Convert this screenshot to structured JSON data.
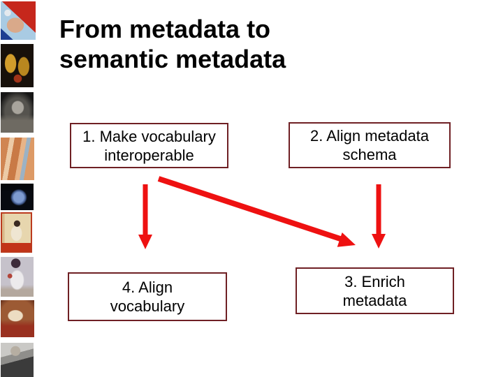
{
  "slide": {
    "title": "From metadata to\nsemantic metadata",
    "background_color": "#ffffff",
    "title_color": "#000000"
  },
  "diagram": {
    "boxes": [
      {
        "id": "box-1",
        "label": "1. Make vocabulary\ninteroperable"
      },
      {
        "id": "box-2",
        "label": "2. Align metadata\nschema"
      },
      {
        "id": "box-3",
        "label": "3. Enrich\nmetadata"
      },
      {
        "id": "box-4",
        "label": "4. Align\nvocabulary"
      }
    ],
    "arrows": [
      {
        "from": "box-1",
        "to": "box-4",
        "shape": "vertical-down"
      },
      {
        "from": "box-1",
        "to": "box-3",
        "shape": "diagonal-down-right"
      },
      {
        "from": "box-2",
        "to": "box-3",
        "shape": "vertical-down"
      }
    ],
    "box_border_color": "#6f2024",
    "box_text_color": "#000000",
    "arrow_color": "#ee1111"
  },
  "sidebar": {
    "artworks": [
      {
        "name": "artwork-abstract-portrait-red-blue"
      },
      {
        "name": "artwork-golden-faces-painting"
      },
      {
        "name": "artwork-bw-photo-seated-man"
      },
      {
        "name": "artwork-nude-figures-painting"
      },
      {
        "name": "artwork-blue-portrait"
      },
      {
        "name": "artwork-japanese-print-poster"
      },
      {
        "name": "artwork-impressionist-woman-painting"
      },
      {
        "name": "artwork-reclining-figure-painting"
      },
      {
        "name": "artwork-bw-photo-man-reading"
      }
    ]
  }
}
